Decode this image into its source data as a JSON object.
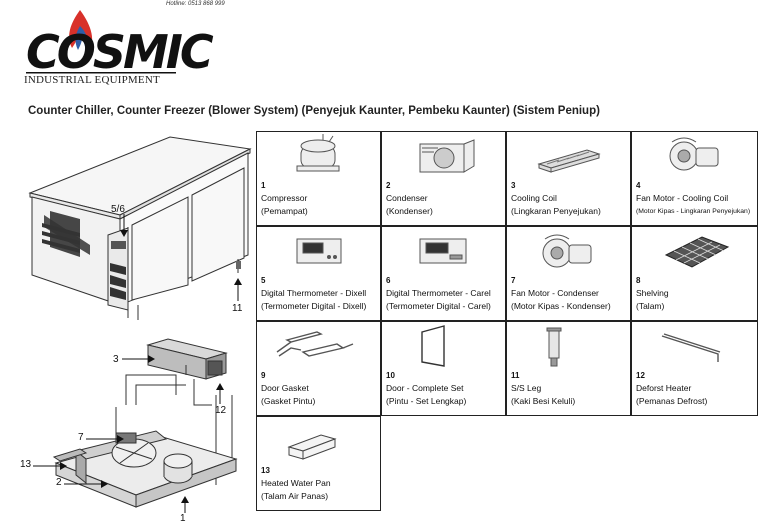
{
  "header": {
    "brand": "COSMIC",
    "hotline": "Hotline: 0513 868 999",
    "tagline": "INDUSTRIAL EQUIPMENT"
  },
  "title": "Counter Chiller, Counter Freezer (Blower System) (Penyejuk Kaunter, Pembeku Kaunter) (Sistem Peniup)",
  "diagram_labels": {
    "c56": "5/6",
    "c11": "11",
    "c3": "3",
    "c12": "12",
    "c7": "7",
    "c13": "13",
    "c2": "2",
    "c1": "1"
  },
  "parts": [
    {
      "num": "1",
      "name": "Compressor",
      "malay": "(Pemampat)",
      "icon": "compressor-icon"
    },
    {
      "num": "2",
      "name": "Condenser",
      "malay": "(Kondenser)",
      "icon": "condenser-icon"
    },
    {
      "num": "3",
      "name": "Cooling Coil",
      "malay": "(Lingkaran Penyejukan)",
      "icon": "cooling-coil-icon"
    },
    {
      "num": "4",
      "name": "Fan Motor - Cooling Coil",
      "malay": "(Motor Kipas - Lingkaran Penyejukan)",
      "icon": "fan-motor-icon"
    },
    {
      "num": "5",
      "name": "Digital Thermometer - Dixell",
      "malay": "(Termometer Digital - Dixell)",
      "icon": "thermometer-dixell-icon"
    },
    {
      "num": "6",
      "name": "Digital Thermometer - Carel",
      "malay": "(Termometer Digital - Carel)",
      "icon": "thermometer-carel-icon"
    },
    {
      "num": "7",
      "name": "Fan Motor - Condenser",
      "malay": "(Motor Kipas - Kondenser)",
      "icon": "fan-motor-icon"
    },
    {
      "num": "8",
      "name": "Shelving",
      "malay": "(Talam)",
      "icon": "shelving-icon"
    },
    {
      "num": "9",
      "name": "Door Gasket",
      "malay": "(Gasket Pintu)",
      "icon": "door-gasket-icon"
    },
    {
      "num": "10",
      "name": "Door - Complete Set",
      "malay": "(Pintu - Set Lengkap)",
      "icon": "door-panel-icon"
    },
    {
      "num": "11",
      "name": "S/S Leg",
      "malay": "(Kaki Besi Keluli)",
      "icon": "leg-icon"
    },
    {
      "num": "12",
      "name": "Deforst Heater",
      "malay": "(Pemanas Defrost)",
      "icon": "heater-icon"
    },
    {
      "num": "13",
      "name": "Heated Water Pan",
      "malay": "(Talam Air Panas)",
      "icon": "water-pan-icon"
    }
  ]
}
